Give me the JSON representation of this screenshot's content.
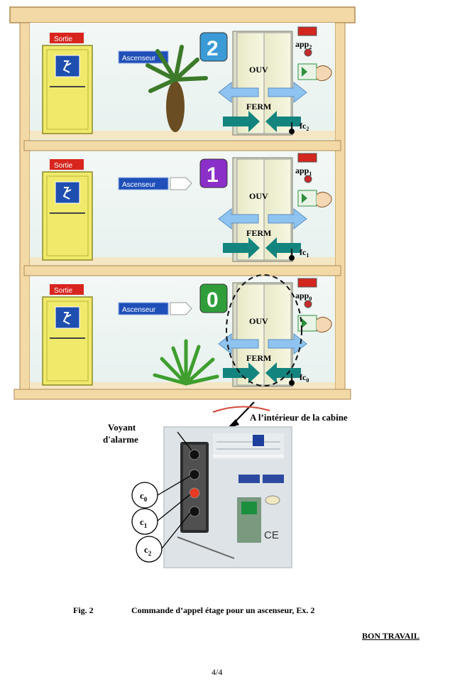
{
  "floors": [
    {
      "number": "2",
      "number_bg": "#3a9bd6",
      "app": "app",
      "app_sub": "2",
      "fc": "fc",
      "fc_sub": "2"
    },
    {
      "number": "1",
      "number_bg": "#8b2fc9",
      "app": "app",
      "app_sub": "1",
      "fc": "fc",
      "fc_sub": "1"
    },
    {
      "number": "0",
      "number_bg": "#2f9e3a",
      "app": "app",
      "app_sub": "0",
      "fc": "fc",
      "fc_sub": "0"
    }
  ],
  "labels": {
    "sortie": "Sortie",
    "ascenseur": "Ascenseur",
    "ouv": "OUV",
    "ferm": "FERM"
  },
  "cabin": {
    "title": "A l’intérieur de la cabine",
    "voyant_line1": "Voyant",
    "voyant_line2": "d'alarme",
    "buttons": [
      {
        "label": "c",
        "sub": "0"
      },
      {
        "label": "c",
        "sub": "1"
      },
      {
        "label": "c",
        "sub": "2"
      }
    ],
    "ce_mark": "CE"
  },
  "caption": {
    "fig": "Fig.  2",
    "text": "Commande d’appel étage pour un ascenseur, Ex. 2"
  },
  "footer": {
    "bon_travail": "BON TRAVAIL",
    "page": "4/4"
  },
  "colors": {
    "wood": "#f2d9a6",
    "wall": "#eef6f4",
    "door": "#f0ea6a",
    "sortie_red": "#d8261f",
    "ascenseur_blue": "#1f4fb8",
    "teal_arrow": "#14847e",
    "light_arrow": "#8fc4f0"
  }
}
